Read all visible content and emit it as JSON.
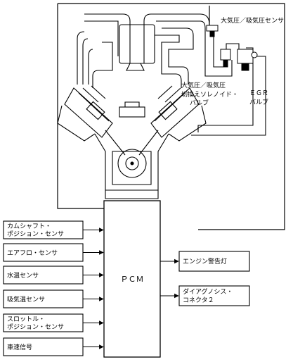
{
  "labels": {
    "baro_sensor": "大気圧／吸気圧センサ",
    "solenoid_line1": "大気圧／吸気圧",
    "solenoid_line2": "切換えソレノイド・",
    "solenoid_line3": "バルブ",
    "egr_line1": "ＥＧＲ",
    "egr_line2": "バルブ"
  },
  "pcm": {
    "label": "ＰＣＭ"
  },
  "inputs": [
    {
      "lines": [
        "カムシャフト・",
        "ポジション・センサ"
      ]
    },
    {
      "lines": [
        "エアフロ・センサ"
      ]
    },
    {
      "lines": [
        "水温センサ"
      ]
    },
    {
      "lines": [
        "吸気温センサ"
      ]
    },
    {
      "lines": [
        "スロットル・",
        "ポジション・センサ"
      ]
    },
    {
      "lines": [
        "車速信号"
      ]
    }
  ],
  "outputs": [
    {
      "lines": [
        "エンジン警告灯"
      ]
    },
    {
      "lines": [
        "ダイアグノシス・",
        "コネクタ２"
      ]
    }
  ]
}
